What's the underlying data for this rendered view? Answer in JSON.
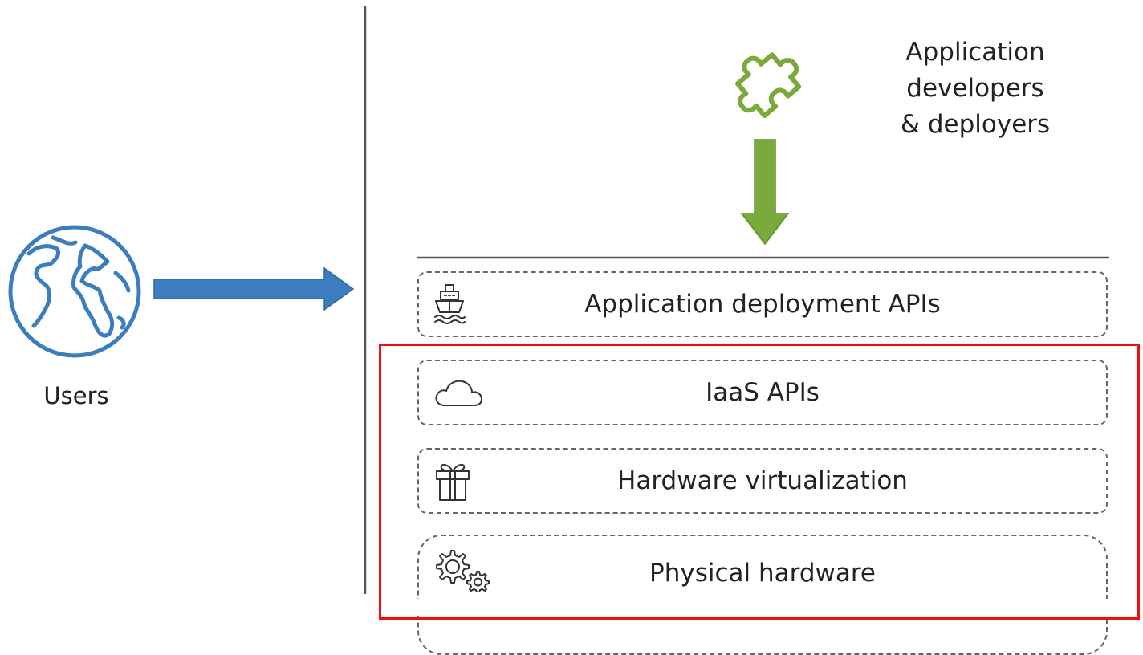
{
  "users": {
    "label": "Users",
    "icon": "globe-icon",
    "color": "#3b7dbf"
  },
  "developers": {
    "label_lines": [
      "Application",
      "developers",
      "& deployers"
    ],
    "icon": "puzzle-piece-icon",
    "color": "#7aab3a"
  },
  "layers": [
    {
      "label": "Application deployment APIs",
      "icon": "ship-icon"
    },
    {
      "label": "IaaS APIs",
      "icon": "cloud-icon"
    },
    {
      "label": "Hardware virtualization",
      "icon": "gift-box-icon"
    },
    {
      "label": "Physical hardware",
      "icon": "gears-icon"
    }
  ],
  "colors": {
    "arrow_users": "#3b7dbf",
    "arrow_developers": "#7aab3a",
    "highlight": "#ee1111",
    "dashed_border": "#666666"
  }
}
